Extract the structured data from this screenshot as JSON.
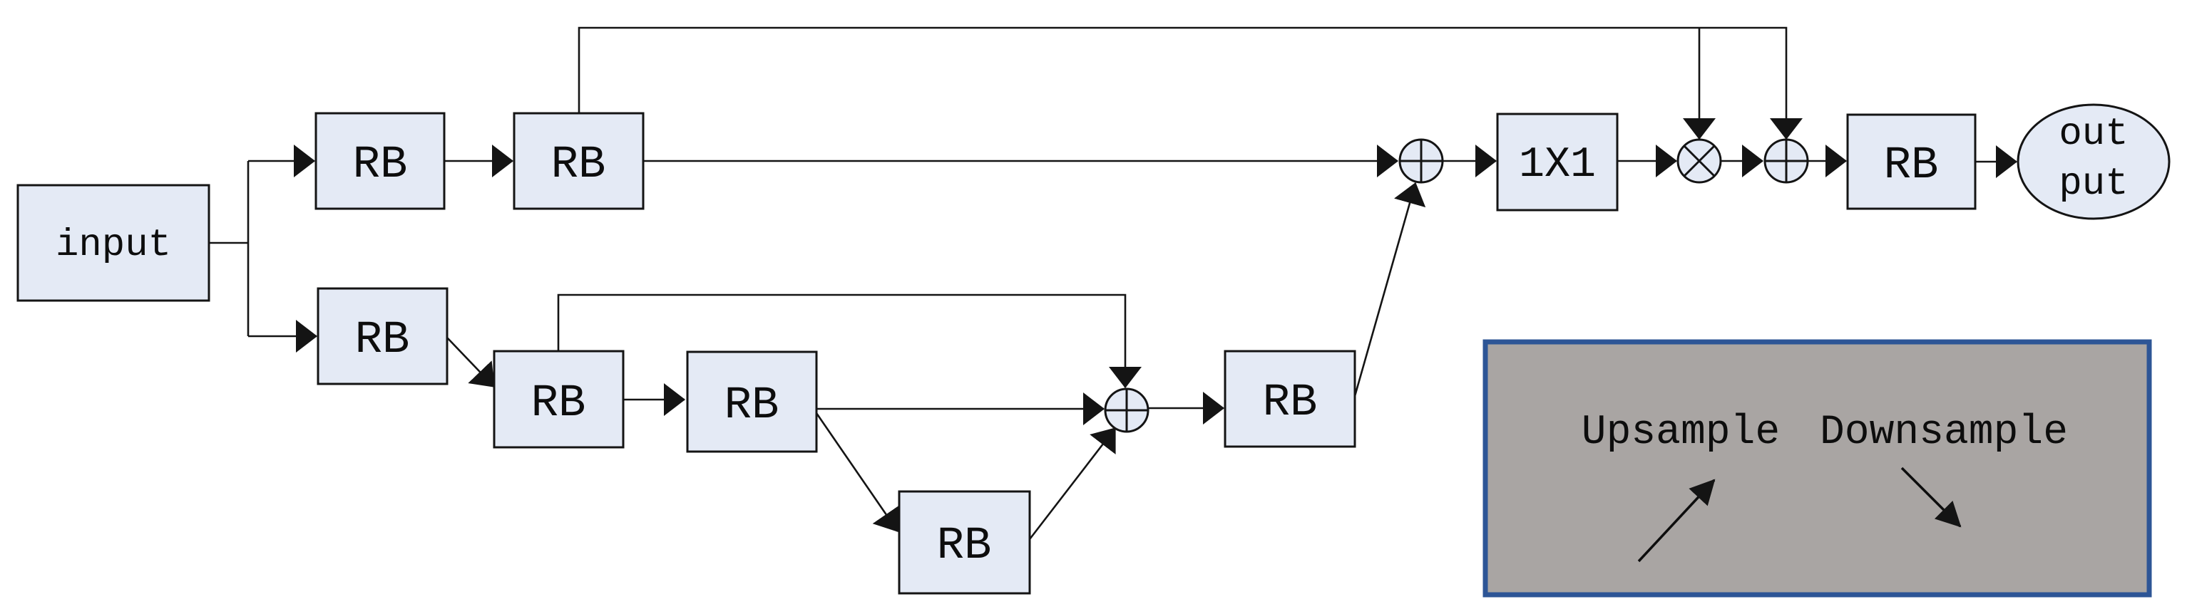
{
  "colors": {
    "node_fill": "#e4eaf5",
    "node_stroke": "#141414",
    "connector": "#141414",
    "legend_fill": "#a9a5a3",
    "legend_border": "#2d5596",
    "background": "#ffffff"
  },
  "nodes": [
    {
      "id": "input",
      "shape": "rect",
      "label": "input"
    },
    {
      "id": "rb-top-1",
      "shape": "rect",
      "label": "RB"
    },
    {
      "id": "rb-top-2",
      "shape": "rect",
      "label": "RB"
    },
    {
      "id": "conv-1x1",
      "shape": "rect",
      "label": "1X1"
    },
    {
      "id": "rb-top-3",
      "shape": "rect",
      "label": "RB"
    },
    {
      "id": "output",
      "shape": "ellipse",
      "label_top": "out",
      "label_bottom": "put"
    },
    {
      "id": "rb-bottom-1",
      "shape": "rect",
      "label": "RB"
    },
    {
      "id": "rb-bottom-2",
      "shape": "rect",
      "label": "RB"
    },
    {
      "id": "rb-bottom-3",
      "shape": "rect",
      "label": "RB"
    },
    {
      "id": "rb-bottom-4",
      "shape": "rect",
      "label": "RB"
    },
    {
      "id": "rb-bottom-5",
      "shape": "rect",
      "label": "RB"
    }
  ],
  "operators": [
    {
      "id": "add-top",
      "type": "addition",
      "icon": "circled-plus"
    },
    {
      "id": "multiply-top",
      "type": "multiplication",
      "icon": "circled-times"
    },
    {
      "id": "add-top-2",
      "type": "addition",
      "icon": "circled-plus"
    },
    {
      "id": "add-bottom",
      "type": "addition",
      "icon": "circled-plus"
    }
  ],
  "legend": {
    "items": [
      {
        "label": "Upsample",
        "arrow": "up-right-arrow"
      },
      {
        "label": "Downsample",
        "arrow": "down-right-arrow"
      }
    ]
  }
}
